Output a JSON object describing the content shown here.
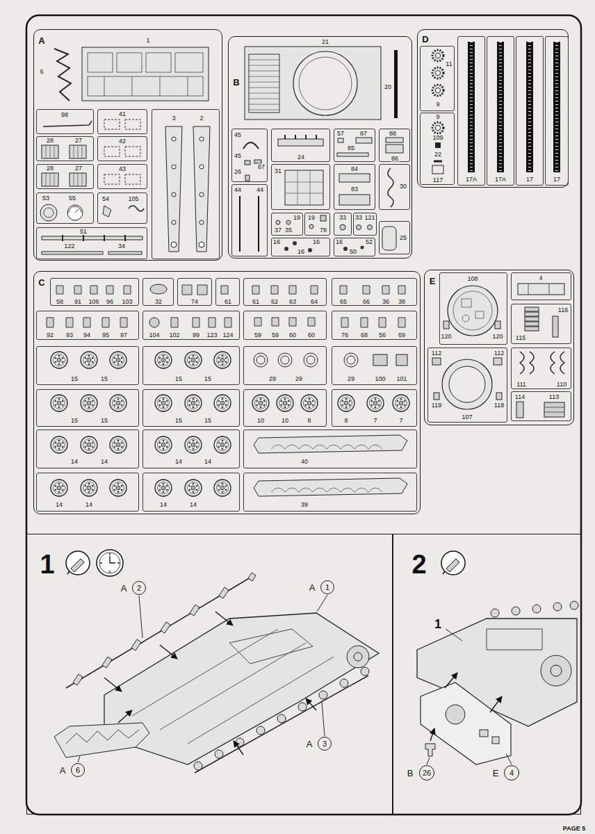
{
  "diagram": {
    "nodes": [
      {
        "text": [
          "A",
          "6",
          "1"
        ]
      },
      {
        "text": [
          "98"
        ],
        "in": 0
      },
      {
        "text": [
          "41"
        ],
        "in": 0
      },
      {
        "text": [
          "28",
          "27"
        ],
        "in": 0
      },
      {
        "text": [
          "42"
        ],
        "in": 0
      },
      {
        "text": [
          "28",
          "27"
        ],
        "in": 0
      },
      {
        "text": [
          "43"
        ],
        "in": 0
      },
      {
        "text": [
          "53",
          "55"
        ],
        "in": 0
      },
      {
        "text": [
          "54",
          "105"
        ],
        "in": 0
      },
      {
        "text": [
          "51",
          "122",
          "34"
        ],
        "in": 0
      },
      {
        "text": [
          "3",
          "2"
        ],
        "in": 0
      },
      {
        "text": [
          "B",
          "21",
          "20"
        ]
      },
      {
        "text": [
          "45",
          "45",
          "26",
          "67"
        ],
        "in": 11
      },
      {
        "text": [
          "24"
        ],
        "in": 11
      },
      {
        "text": [
          "57",
          "87",
          "85"
        ],
        "in": 11
      },
      {
        "text": [
          "88",
          "86"
        ],
        "in": 11
      },
      {
        "text": [
          "44",
          "44"
        ],
        "in": 11
      },
      {
        "text": [
          "31"
        ],
        "in": 11
      },
      {
        "text": [
          "84",
          "83"
        ],
        "in": 11
      },
      {
        "text": [
          "30"
        ],
        "in": 11
      },
      {
        "text": [
          "19",
          "37",
          "35"
        ],
        "in": 11
      },
      {
        "text": [
          "19",
          "78"
        ],
        "in": 11
      },
      {
        "text": [
          "33"
        ],
        "in": 11
      },
      {
        "text": [
          "33",
          "121"
        ],
        "in": 11
      },
      {
        "text": [
          "25"
        ],
        "in": 11
      },
      {
        "text": [
          "16",
          "16",
          "16"
        ],
        "in": 11
      },
      {
        "text": [
          "16",
          "50",
          "52"
        ],
        "in": 11
      },
      {
        "text": [
          "D"
        ]
      },
      {
        "text": [
          "11",
          "9"
        ],
        "in": 27
      },
      {
        "text": [
          "9",
          "109",
          "22",
          "117"
        ],
        "in": 27
      },
      {
        "text": [
          "17A"
        ],
        "in": 27
      },
      {
        "text": [
          "17A"
        ],
        "in": 27
      },
      {
        "text": [
          "17"
        ],
        "in": 27
      },
      {
        "text": [
          "17"
        ],
        "in": 27
      },
      {
        "text": [
          "C"
        ]
      },
      {
        "text": [
          "58",
          "91",
          "106",
          "96",
          "103"
        ],
        "in": 34
      },
      {
        "text": [
          "32"
        ],
        "in": 34
      },
      {
        "text": [
          "74"
        ],
        "in": 34
      },
      {
        "text": [
          "61"
        ],
        "in": 34
      },
      {
        "text": [
          "61",
          "62",
          "63",
          "64"
        ],
        "in": 34
      },
      {
        "text": [
          "65",
          "66",
          "36",
          "38"
        ],
        "in": 34
      },
      {
        "text": [
          "92",
          "93",
          "94",
          "95",
          "97"
        ],
        "in": 34
      },
      {
        "text": [
          "104",
          "102",
          "99",
          "123",
          "124"
        ],
        "in": 34
      },
      {
        "text": [
          "59",
          "59",
          "60",
          "60"
        ],
        "in": 34
      },
      {
        "text": [
          "76",
          "68",
          "56",
          "69"
        ],
        "in": 34
      },
      {
        "text": [
          "15",
          "15"
        ],
        "in": 34
      },
      {
        "text": [
          "15",
          "15"
        ],
        "in": 34
      },
      {
        "text": [
          "29",
          "29"
        ],
        "in": 34
      },
      {
        "text": [
          "29",
          "100",
          "101"
        ],
        "in": 34
      },
      {
        "text": [
          "15",
          "15"
        ],
        "in": 34
      },
      {
        "text": [
          "15",
          "15"
        ],
        "in": 34
      },
      {
        "text": [
          "10",
          "10",
          "8"
        ],
        "in": 34
      },
      {
        "text": [
          "8",
          "7",
          "7"
        ],
        "in": 34
      },
      {
        "text": [
          "14",
          "14"
        ],
        "in": 34
      },
      {
        "text": [
          "14",
          "14"
        ],
        "in": 34
      },
      {
        "text": [
          "40"
        ],
        "in": 34
      },
      {
        "text": [
          "14",
          "14"
        ],
        "in": 34
      },
      {
        "text": [
          "14",
          "14"
        ],
        "in": 34
      },
      {
        "text": [
          "39"
        ],
        "in": 34
      },
      {
        "text": [
          "E"
        ]
      },
      {
        "text": [
          "108",
          "120",
          "120"
        ],
        "in": 59
      },
      {
        "text": [
          "4"
        ],
        "in": 59
      },
      {
        "text": [
          "115",
          "116"
        ],
        "in": 59
      },
      {
        "text": [
          "112",
          "112",
          "119",
          "107",
          "118"
        ],
        "in": 59
      },
      {
        "text": [
          "111",
          "110"
        ],
        "in": 59
      },
      {
        "text": [
          "114",
          "113"
        ],
        "in": 59
      },
      {
        "text": [
          "1"
        ]
      },
      {
        "text": [
          "A",
          "2"
        ],
        "in": 66
      },
      {
        "text": [
          "A",
          "1"
        ],
        "in": 66
      },
      {
        "text": [
          "A",
          "3"
        ],
        "in": 66
      },
      {
        "text": [
          "A",
          "6"
        ],
        "in": 66
      },
      {
        "text": [
          "2"
        ]
      },
      {
        "text": [
          "B",
          "26"
        ],
        "in": 71
      },
      {
        "text": [
          "E",
          "4"
        ],
        "in": 71
      }
    ],
    "labels": [
      "1",
      "PAGE 5"
    ]
  }
}
